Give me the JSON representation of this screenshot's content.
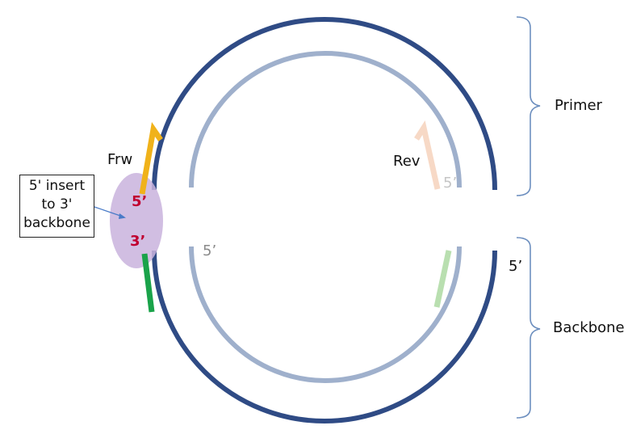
{
  "labels": {
    "frw": "Frw",
    "rev": "Rev",
    "five_prime_red": "5’",
    "three_prime_red": "3’",
    "five_prime_inner_left": "5’",
    "five_prime_rev": "5’",
    "five_prime_right": "5’",
    "primer": "Primer",
    "backbone": "Backbone"
  },
  "note": {
    "line1": "5' insert",
    "line2": "to 3'",
    "line3": "backbone"
  },
  "colors": {
    "outer_ring": "#2f4b85",
    "inner_ring": "#9fb0cc",
    "frw_arrow": "#f0b21a",
    "rev_arrow": "#f7d9c6",
    "green_strand": "#1aa34a",
    "light_green_strand": "#b9dfb0",
    "purple_ellipse": "#c9b3dd",
    "red_text": "#c00030",
    "brace": "#6d8fbf"
  }
}
